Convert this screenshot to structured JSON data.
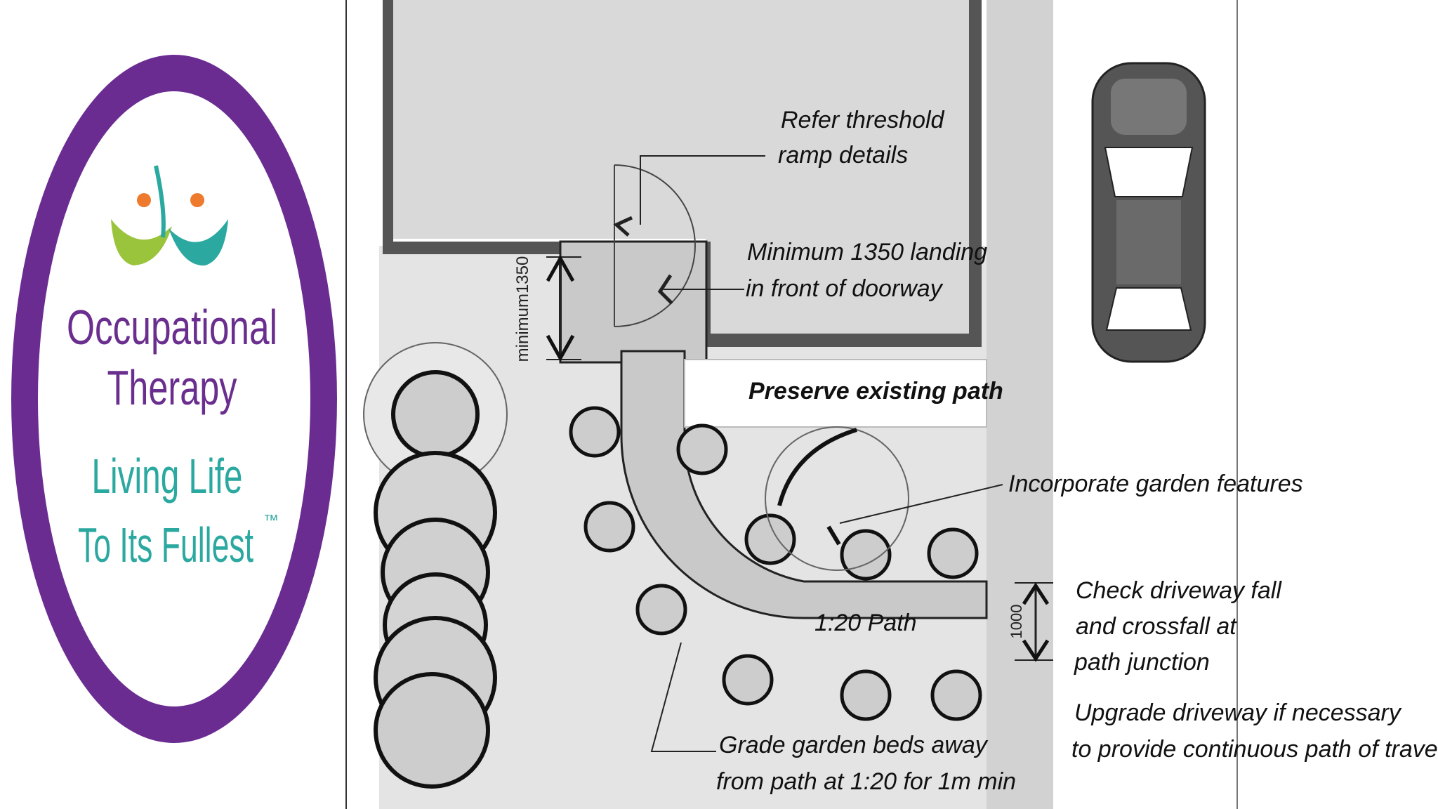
{
  "logo": {
    "line1": "Occupational",
    "line2": "Therapy",
    "line3": "Living Life",
    "line4": "To Its Fullest",
    "trademark": "™",
    "colors": {
      "ring": "#6b2c91",
      "teal": "#2ba8a0",
      "green": "#9ac43c",
      "orange": "#ee7a2d",
      "purple_text": "#6a2e8e"
    }
  },
  "plan": {
    "labels": {
      "threshold": [
        "Refer threshold",
        "ramp details"
      ],
      "landing": [
        "Minimum 1350 landing",
        "in front of doorway"
      ],
      "min_dimension": "minimum1350",
      "preserve": "Preserve existing path",
      "garden_features": "Incorporate garden features",
      "path": "1:20 Path",
      "width_dimension": "1000",
      "driveway_check": [
        "Check driveway fall",
        "and crossfall at",
        "path junction"
      ],
      "upgrade": [
        "Upgrade driveway if necessary",
        "to provide continuous path of travel"
      ],
      "grade": [
        "Grade garden beds away",
        "from path at 1:20 for 1m min"
      ]
    },
    "colors": {
      "ground": "#e4e4e4",
      "house": "#d9d9d9",
      "path": "#c9c9c9",
      "wall": "#555555",
      "driveway": "#d2d2d2"
    }
  }
}
